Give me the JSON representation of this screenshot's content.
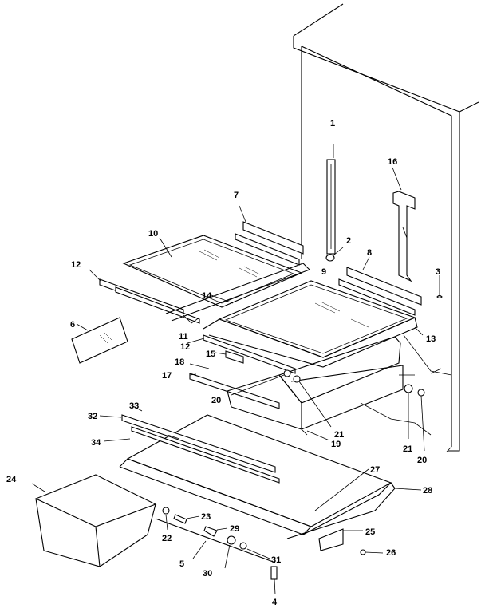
{
  "diagram": {
    "labels": [
      "1",
      "2",
      "3",
      "4",
      "5",
      "6",
      "7",
      "8",
      "9",
      "10",
      "11",
      "12",
      "12",
      "13",
      "14",
      "15",
      "16",
      "17",
      "18",
      "19",
      "20",
      "20",
      "21",
      "21",
      "22",
      "23",
      "24",
      "25",
      "26",
      "27",
      "28",
      "29",
      "30",
      "31",
      "32",
      "33",
      "34"
    ]
  }
}
